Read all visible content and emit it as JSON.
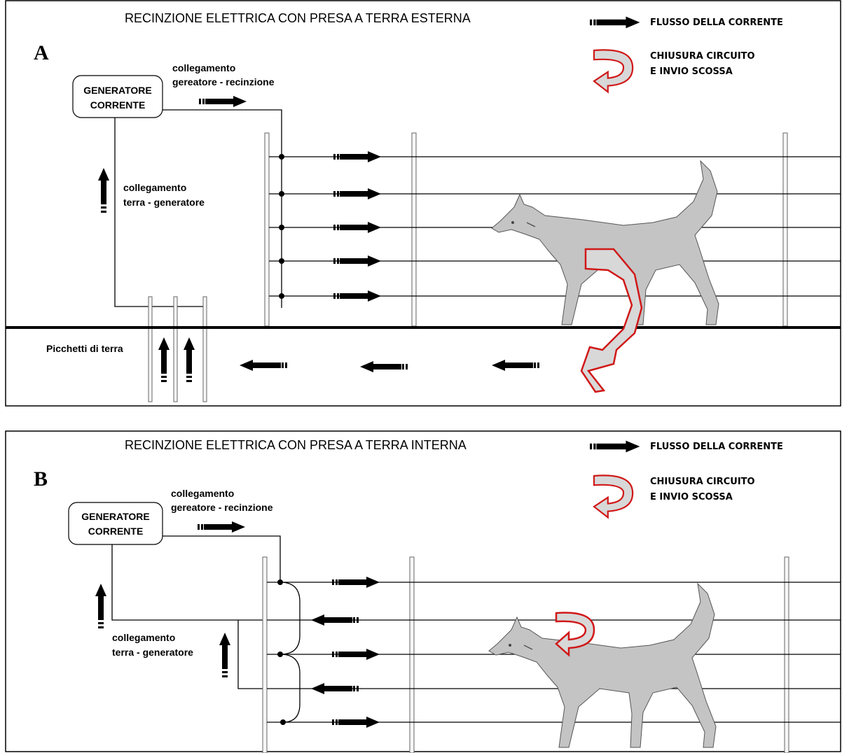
{
  "panels": [
    {
      "letter": "A",
      "title": "RECINZIONE ELETTRICA CON PRESA A TERRA ESTERNA",
      "generator_label_1": "GENERATORE",
      "generator_label_2": "CORRENTE",
      "gen_fence_label_1": "collegamento",
      "gen_fence_label_2": "gereatore - recinzione",
      "ground_gen_label_1": "collegamento",
      "ground_gen_label_2": "terra - generatore",
      "ground_rods_label": "Picchetti di terra",
      "legend_flow": "FLUSSO DELLA CORRENTE",
      "legend_shock_1": "CHIUSURA CIRCUITO",
      "legend_shock_2": "E INVIO SCOSSA"
    },
    {
      "letter": "B",
      "title": "RECINZIONE ELETTRICA CON PRESA A TERRA INTERNA",
      "generator_label_1": "GENERATORE",
      "generator_label_2": "CORRENTE",
      "gen_fence_label_1": "collegamento",
      "gen_fence_label_2": "gereatore - recinzione",
      "ground_gen_label_1": "collegamento",
      "ground_gen_label_2": "terra - generatore",
      "legend_flow": "FLUSSO DELLA CORRENTE",
      "legend_shock_1": "CHIUSURA CIRCUITO",
      "legend_shock_2": "E INVIO SCOSSA"
    }
  ],
  "colors": {
    "arrow": "#000000",
    "shock_outline": "#d01818",
    "shock_fill": "#d8d8d8",
    "wolf": "#c4c4c4"
  }
}
